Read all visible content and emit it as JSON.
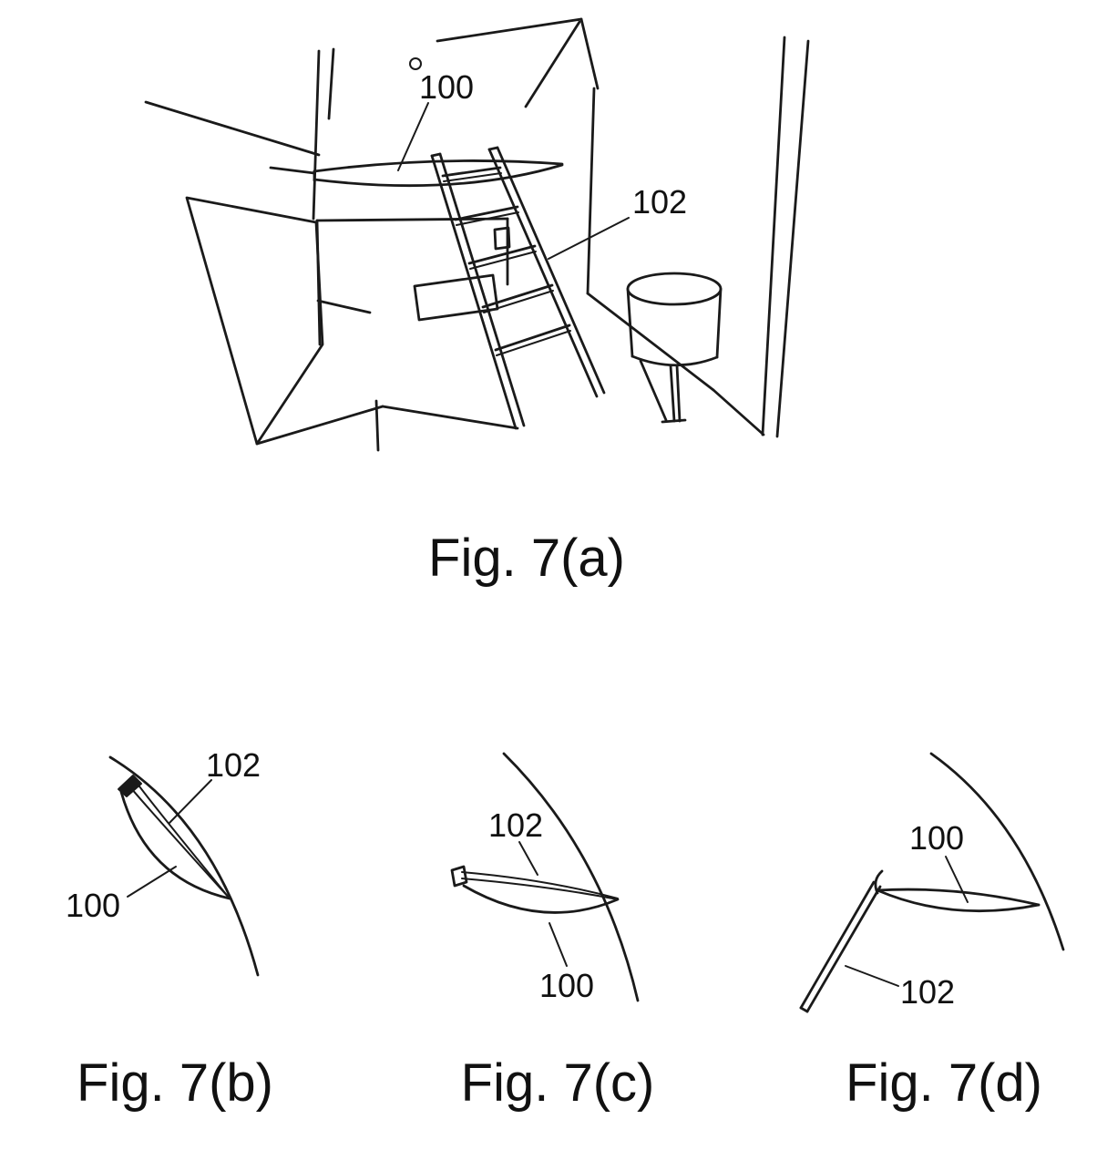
{
  "page": {
    "background": "#ffffff",
    "line_color": "#1a1a1a"
  },
  "figures": {
    "a": {
      "caption": "Fig. 7(a)",
      "labels": {
        "l100": "100",
        "l102": "102"
      }
    },
    "b": {
      "caption": "Fig. 7(b)",
      "labels": {
        "l100": "100",
        "l102": "102"
      }
    },
    "c": {
      "caption": "Fig. 7(c)",
      "labels": {
        "l100": "100",
        "l102": "102"
      }
    },
    "d": {
      "caption": "Fig. 7(d)",
      "labels": {
        "l100": "100",
        "l102": "102"
      }
    }
  }
}
